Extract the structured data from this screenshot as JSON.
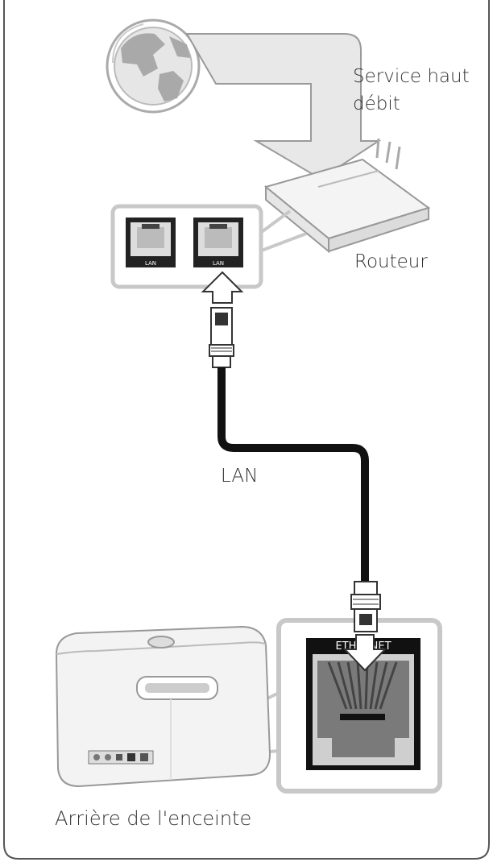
{
  "labels": {
    "broadband_service": "Service haut débit",
    "router": "Routeur",
    "lan_cable": "LAN",
    "speaker_rear": "Arrière de l'enceinte"
  },
  "ports": {
    "router_port_1": "LAN",
    "router_port_2": "LAN",
    "speaker_port": "ETHERNET"
  },
  "colors": {
    "frame": "#555555",
    "callout_border": "#c8c8c8",
    "globe": "#b5b5b5",
    "cable": "#111111",
    "port_face": "#8a8a8a"
  }
}
